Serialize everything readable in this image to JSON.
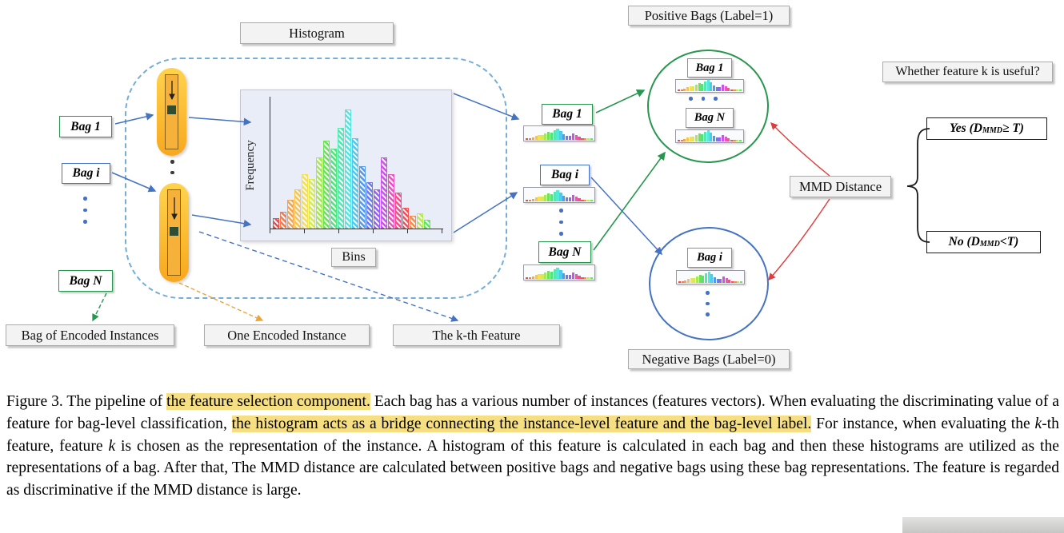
{
  "colors": {
    "green": "#27964e",
    "blue": "#4472c4",
    "red": "#e23b3b",
    "orange": "#eaa53c",
    "highlight": "#f6df82"
  },
  "diagram": {
    "histogram_label": "Histogram",
    "frequency_label": "Frequency",
    "bins_label": "Bins",
    "left_bags": {
      "bag1": "Bag 1",
      "bagi": "Bag i",
      "bagn": "Bag N"
    },
    "mid_bags": {
      "bag1": "Bag 1",
      "bagi": "Bag i",
      "bagn": "Bag N"
    },
    "positive": {
      "title": "Positive Bags (Label=1)",
      "bag1": "Bag 1",
      "bagn": "Bag N"
    },
    "negative": {
      "title": "Negative Bags (Label=0)",
      "bagi": "Bag i"
    },
    "mmd_label": "MMD Distance",
    "question_label": "Whether feature k is useful?",
    "decision": {
      "yes": {
        "prefix": "Yes (D",
        "sub": "MMD",
        "suffix": " ≥ T)"
      },
      "no": {
        "prefix": "No (D",
        "sub": "MMD",
        "suffix": "<T)"
      }
    },
    "legend": {
      "encoded_instances": "Bag of Encoded Instances",
      "one_instance": "One Encoded Instance",
      "kth_feature": "The k-th Feature"
    }
  },
  "chart_data": {
    "type": "bar",
    "title": "Histogram",
    "xlabel": "Bins",
    "ylabel": "Frequency",
    "ylim": [
      0,
      100
    ],
    "values": [
      8,
      13,
      22,
      30,
      42,
      38,
      55,
      68,
      62,
      78,
      92,
      70,
      48,
      36,
      30,
      55,
      42,
      28,
      16,
      10,
      12,
      7
    ],
    "colors": [
      "#e84c4c",
      "#ee7e52",
      "#f2a452",
      "#f6c452",
      "#f4e052",
      "#d8ea52",
      "#a8e852",
      "#6fe05a",
      "#52e47a",
      "#52e8b0",
      "#52e8e0",
      "#52c8f0",
      "#529af0",
      "#6a7af0",
      "#9a62f0",
      "#cc52e8",
      "#ee52c0",
      "#f05288",
      "#f05258",
      "#f28c52",
      "#b8e852",
      "#62e862"
    ]
  },
  "caption": {
    "segments": [
      {
        "text": "Figure 3. The pipeline of ",
        "highlight": false,
        "italic": false
      },
      {
        "text": "the feature selection component.",
        "highlight": true,
        "italic": false
      },
      {
        "text": " Each bag has a various number of instances (features vectors). When evaluating the discriminating value of a feature for bag-level classification, ",
        "highlight": false,
        "italic": false
      },
      {
        "text": "the histogram acts as a bridge connecting the instance-level feature and the bag-level label.",
        "highlight": true,
        "italic": false
      },
      {
        "text": " For instance, when evaluating the ",
        "highlight": false,
        "italic": false
      },
      {
        "text": "k",
        "highlight": false,
        "italic": true
      },
      {
        "text": "-th feature, feature ",
        "highlight": false,
        "italic": false
      },
      {
        "text": "k",
        "highlight": false,
        "italic": true
      },
      {
        "text": " is chosen as the representation of the instance. A histogram of this feature is calculated in each bag and then these histograms are utilized as the representations of a bag. After that, The MMD distance are calculated between positive bags and negative bags using these bag representations. The feature is regarded as discriminative if the MMD distance is large.",
        "highlight": false,
        "italic": false
      }
    ]
  }
}
